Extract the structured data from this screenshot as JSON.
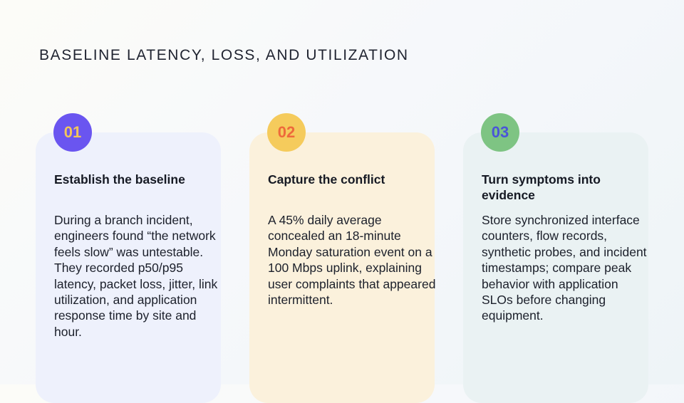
{
  "slide": {
    "title": "BASELINE LATENCY, LOSS, AND UTILIZATION"
  },
  "cards": [
    {
      "number": "01",
      "heading": "Establish the baseline",
      "body": "During a branch incident, engineers found “the network feels slow” was untestable. They recorded p50/p95 latency, packet loss, jitter, link utilization, and application response time by site and hour."
    },
    {
      "number": "02",
      "heading": "Capture the conflict",
      "body": "A 45% daily average concealed an 18-minute Monday saturation event on a 100 Mbps uplink, explaining user complaints that appeared intermittent."
    },
    {
      "number": "03",
      "heading": "Turn symptoms into evidence",
      "body": "Store synchronized interface counters, flow records, synthetic probes, and incident timestamps; compare peak behavior with application SLOs before changing equipment."
    }
  ],
  "colors": {
    "badge_1": "#6a55f0",
    "badge_2": "#f5cb5c",
    "badge_3": "#7ec483",
    "card_1": "#eef1fc",
    "card_2": "#fbf1dc",
    "card_3": "#eaf2f3"
  }
}
